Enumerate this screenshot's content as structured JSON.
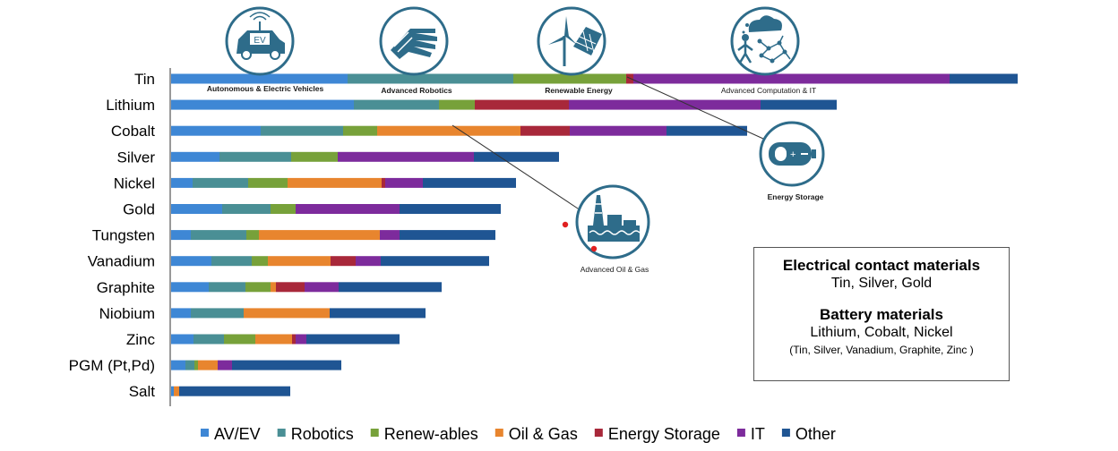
{
  "chart_data": {
    "type": "bar",
    "orientation": "horizontal",
    "stacked": true,
    "grid": false,
    "legend_position": "bottom",
    "categories": [
      "Tin",
      "Lithium",
      "Cobalt",
      "Silver",
      "Nickel",
      "Gold",
      "Tungsten",
      "Vanadium",
      "Graphite",
      "Niobium",
      "Zinc",
      "PGM (Pt,Pd)",
      "Salt"
    ],
    "series": [
      {
        "name": "AV/EV",
        "color": "#3e87d5",
        "values": [
          197,
          204,
          100,
          54,
          24,
          57,
          22,
          45,
          42,
          22,
          25,
          16,
          3
        ]
      },
      {
        "name": "Robotics",
        "color": "#4a8f95",
        "values": [
          185,
          95,
          92,
          80,
          62,
          54,
          62,
          45,
          41,
          59,
          34,
          10,
          0
        ]
      },
      {
        "name": "Renew-ables",
        "color": "#77a13a",
        "values": [
          126,
          40,
          38,
          52,
          44,
          28,
          14,
          18,
          28,
          0,
          35,
          4,
          0
        ]
      },
      {
        "name": "Oil & Gas",
        "color": "#e8852e",
        "values": [
          0,
          0,
          160,
          0,
          105,
          0,
          135,
          70,
          6,
          96,
          41,
          22,
          6
        ]
      },
      {
        "name": "Energy Storage",
        "color": "#a8283a",
        "values": [
          8,
          105,
          55,
          0,
          4,
          0,
          0,
          28,
          32,
          0,
          4,
          0,
          0
        ]
      },
      {
        "name": "IT",
        "color": "#7d2b9c",
        "values": [
          353,
          214,
          108,
          152,
          42,
          116,
          22,
          28,
          38,
          0,
          12,
          16,
          0
        ]
      },
      {
        "name": "Other",
        "color": "#1f5593",
        "values": [
          76,
          85,
          90,
          95,
          104,
          113,
          107,
          121,
          115,
          107,
          104,
          122,
          124
        ]
      }
    ],
    "applications": [
      {
        "label": "Autonomous & Electric Vehicles",
        "icon": "electric-vehicle-icon"
      },
      {
        "label": "Advanced Robotics",
        "icon": "robot-hand-icon"
      },
      {
        "label": "Renewable Energy",
        "icon": "wind-solar-icon"
      },
      {
        "label": "Advanced Computation & IT",
        "icon": "cloud-network-icon"
      },
      {
        "label": "Energy Storage",
        "icon": "battery-icon"
      },
      {
        "label": "Advanced Oil & Gas",
        "icon": "oil-rig-icon"
      }
    ]
  },
  "infobox": {
    "heading1": "Electrical contact materials",
    "text1": "Tin, Silver, Gold",
    "heading2": "Battery materials",
    "text2": "Lithium, Cobalt, Nickel",
    "text3": "(Tin, Silver, Vanadium, Graphite, Zinc )"
  },
  "colors": {
    "icon_ring": "#2e6c8a",
    "axis": "#555555",
    "marker": "#e02020"
  }
}
